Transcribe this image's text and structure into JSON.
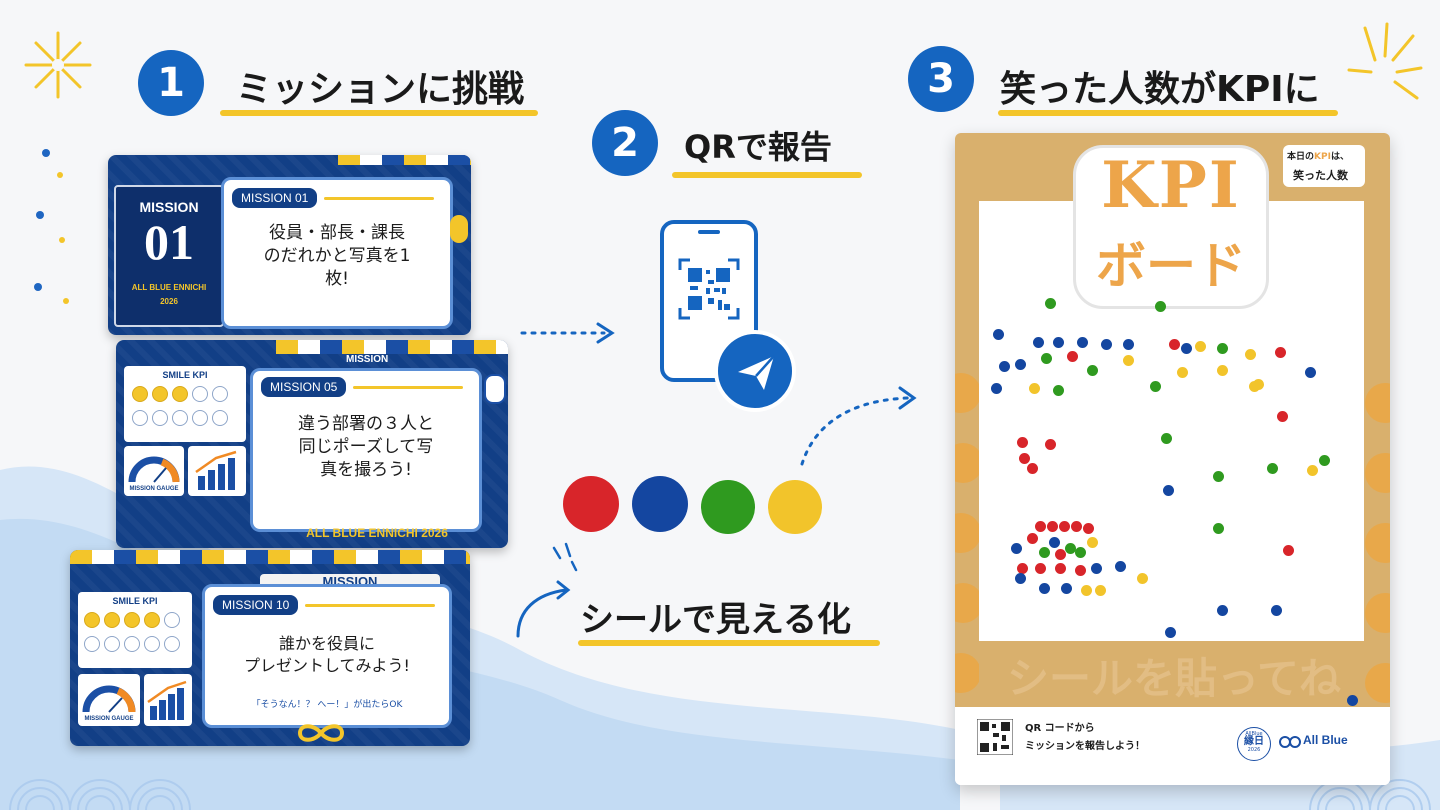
{
  "steps": {
    "step1": {
      "number": "1",
      "title": "ミッションに挑戦"
    },
    "step2": {
      "number": "2",
      "title": "QRで報告"
    },
    "step3": {
      "number": "3",
      "title": "笑った人数がKPIに"
    }
  },
  "visualize_label": "シールで見える化",
  "cards": {
    "card1": {
      "badge_mission": "MISSION",
      "badge_number": "01",
      "badge_event": "ALL BLUE ENNICHI",
      "badge_year": "2026",
      "tag": "MISSION 01",
      "text_line1": "役員・部長・課長",
      "text_line2": "のだれかと写真を1",
      "text_line3": "枚!"
    },
    "card2": {
      "smile_title": "SMILE KPI",
      "gauge_label": "MISSION GAUGE",
      "banner": "MISSION",
      "tag": "MISSION 05",
      "text_line1": "違う部署の３人と",
      "text_line2": "同じポーズして写",
      "text_line3": "真を撮ろう!",
      "footer": "ALL BLUE ENNICHI 2026",
      "smile_level": "3/10"
    },
    "card3": {
      "smile_title": "SMILE KPI",
      "gauge_label": "MISSION GAUGE",
      "banner": "MISSION",
      "tag": "MISSION 10",
      "text_line1": "誰かを役員に",
      "text_line2": "プレゼントしてみよう!",
      "note": "「そうなん！？ へー！」が出たらOK",
      "smile_level": "4/10"
    }
  },
  "stickers": {
    "colors": [
      "#d8252a",
      "#1446a0",
      "#2f9a1f",
      "#f2c42b"
    ]
  },
  "board": {
    "title_line1": "KPI",
    "title_line2": "ボード",
    "badge_line1": "本日の",
    "badge_kpi": "KPI",
    "badge_line1b": "は、",
    "badge_line2": "笑った人数",
    "call_to_action": "シールを貼ってね",
    "qr_line1": "QR コードから",
    "qr_line2": "ミッションを報告しよう！",
    "event_logo_top": "AllBlue",
    "event_logo_main": "縁日",
    "event_logo_year": "2026",
    "brand": "All Blue"
  },
  "icons": {
    "phone": "qr-phone-icon",
    "send": "paper-plane-icon",
    "fireworks": "firework-icon"
  }
}
